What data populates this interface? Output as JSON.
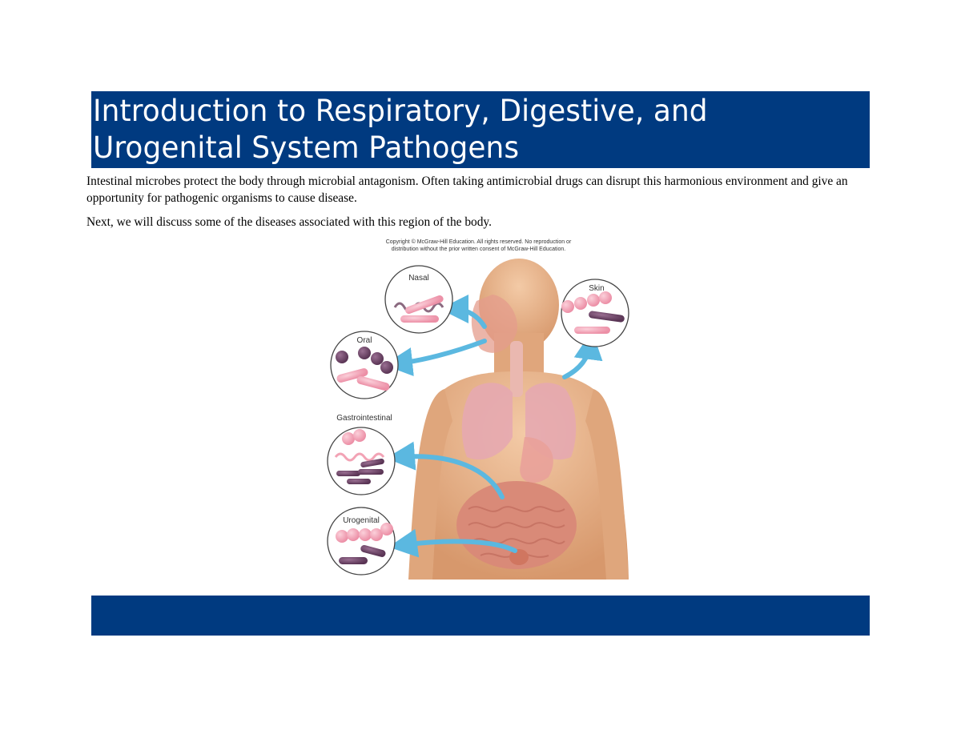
{
  "slide": {
    "title": "Introduction to Respiratory, Digestive, and Urogenital System Pathogens",
    "title_line1": "Introduction to Respiratory, Digestive, and",
    "title_line2": "Urogenital System Pathogens",
    "paragraphs": [
      "Intestinal microbes protect the body through microbial antagonism. Often taking antimicrobial drugs can disrupt this harmonious environment and give an opportunity for pathogenic organisms to cause disease.",
      "Next, we will discuss some of the diseases associated with this region of the body."
    ],
    "colors": {
      "header_bg": "#003a80",
      "footer_bg": "#003a80",
      "arrow": "#5bb8e0",
      "pink_microbe": "#f2a3b5",
      "purple_microbe": "#6e4567",
      "skin": "#e9b58e"
    }
  },
  "figure": {
    "copyright_line1": "Copyright © McGraw-Hill Education. All rights reserved. No reproduction or",
    "copyright_line2": "distribution without the prior written consent of McGraw-Hill Education.",
    "labels": {
      "nasal": "Nasal",
      "oral": "Oral",
      "skin": "Skin",
      "gastrointestinal": "Gastrointestinal",
      "urogenital": "Urogenital"
    }
  }
}
